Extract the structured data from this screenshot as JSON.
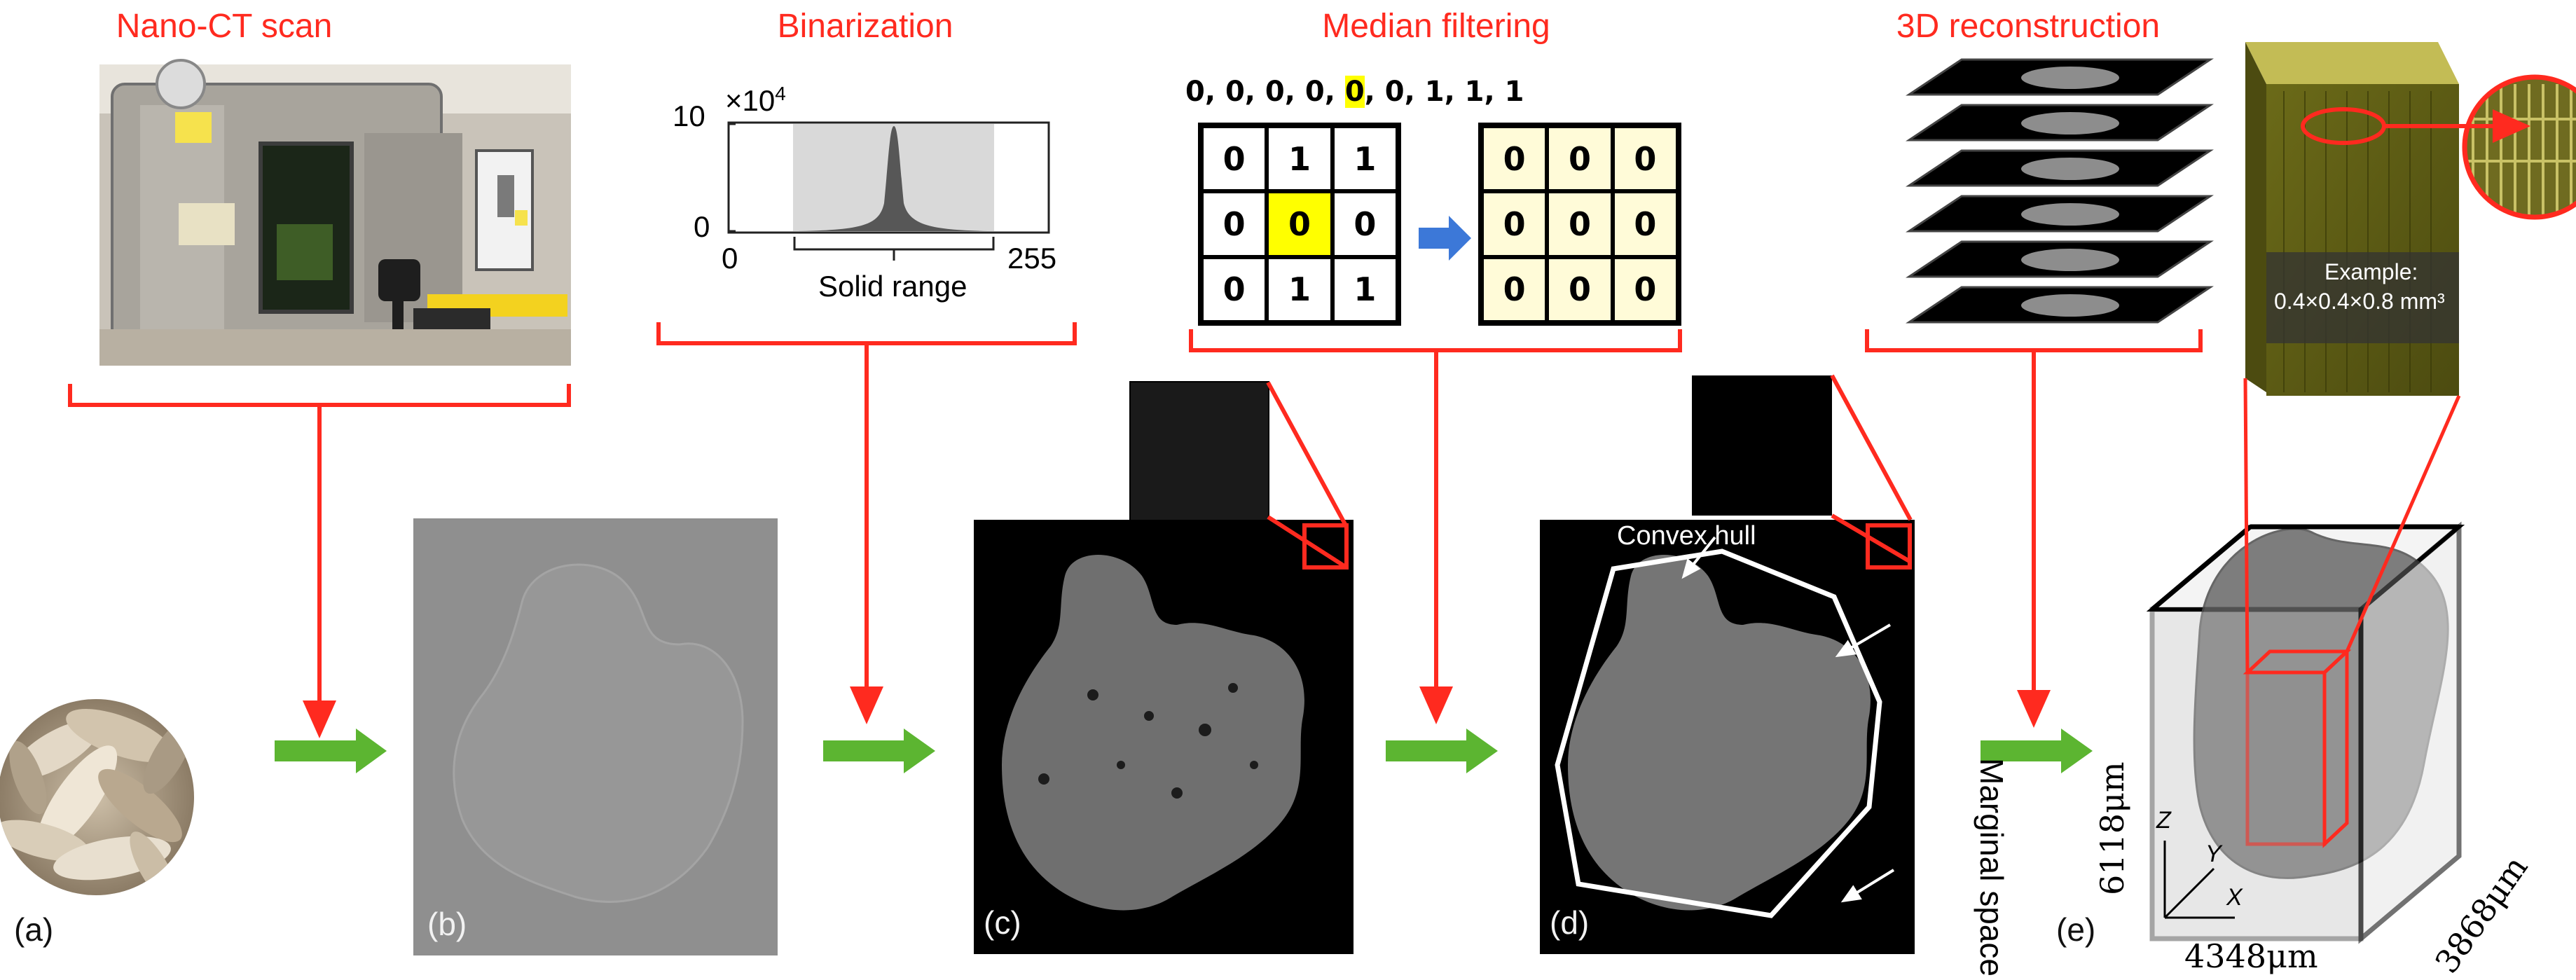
{
  "steps": {
    "nano_ct": "Nano-CT scan",
    "binarization": "Binarization",
    "median": "Median filtering",
    "recon": "3D reconstruction"
  },
  "panel_labels": {
    "a": "(a)",
    "b": "(b)",
    "c": "(c)",
    "d": "(d)",
    "e": "(e)"
  },
  "histogram": {
    "y_top": "10",
    "y_multiplier": "×10",
    "y_exp": "4",
    "y_bottom": "0",
    "x_left": "0",
    "x_right": "255",
    "range_label": "Solid range"
  },
  "median_filter": {
    "sequence_before": "0, 0, 0, 0, ",
    "sequence_highlight": "0",
    "sequence_after": ", 0, 1, 1, 1",
    "input_grid": [
      "0",
      "1",
      "1",
      "0",
      "0",
      "0",
      "0",
      "1",
      "1"
    ],
    "output_grid": [
      "0",
      "0",
      "0",
      "0",
      "0",
      "0",
      "0",
      "0",
      "0"
    ]
  },
  "annotations": {
    "convex_hull": "Convex hull",
    "marginal_space": "Marginal space",
    "example_line1": "Example:",
    "example_line2": "0.4×0.4×0.8 mm³"
  },
  "dimensions": {
    "z_size": "6118μm",
    "x_size": "4348μm",
    "y_size": "3868μm",
    "axis_z": "Z",
    "axis_y": "Y",
    "axis_x": "X"
  },
  "colors": {
    "accent_red": "#ff2a1f",
    "arrow_green": "#5cb531",
    "arrow_blue": "#3c78d8",
    "highlight_yellow": "#ffff00",
    "wood_olive": "#a7a033"
  }
}
